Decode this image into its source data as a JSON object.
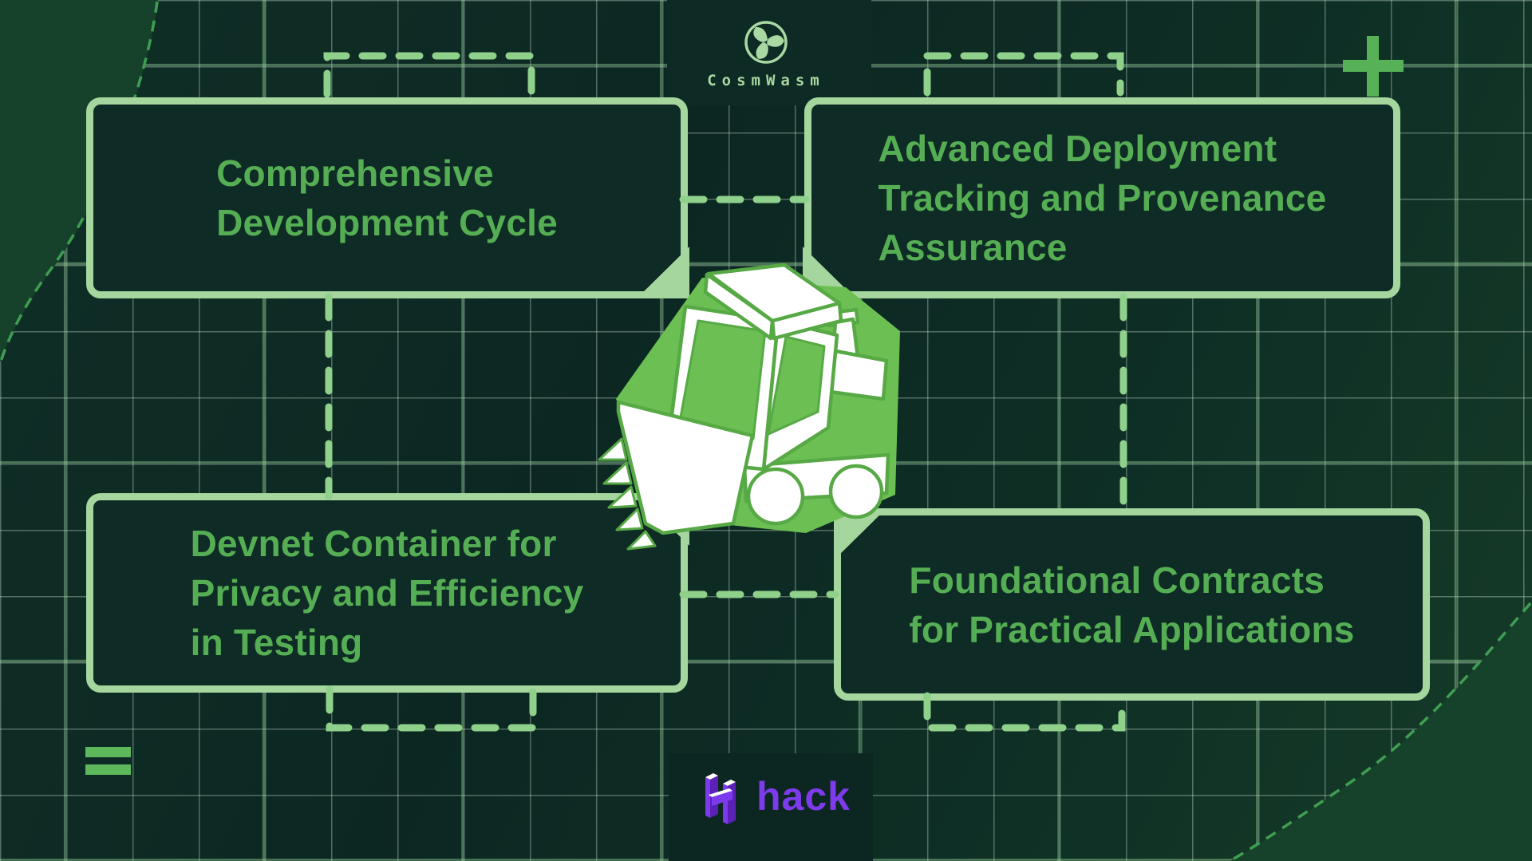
{
  "brand_top": {
    "name": "CosmWasm"
  },
  "cards": {
    "top_left": {
      "title": "Comprehensive\nDevelopment Cycle"
    },
    "top_right": {
      "title": "Advanced Deployment\nTracking and Provenance\nAssurance"
    },
    "bottom_left": {
      "title": "Devnet Container for\nPrivacy and Efficiency\nin Testing"
    },
    "bottom_right": {
      "title": "Foundational Contracts\nfor Practical Applications"
    }
  },
  "brand_bottom": {
    "name": "hack"
  },
  "colors": {
    "background": "#0c2722",
    "card_fill": "#0e2b25",
    "card_border": "#a5d69d",
    "heading_text": "#55ae54",
    "connector": "#8fd08a",
    "hexagon_green": "#6cbf53",
    "corner_blob_green": "#16412a",
    "cosmwasm_text": "#a9d8a2",
    "hack_purple": "#7d3bec"
  }
}
